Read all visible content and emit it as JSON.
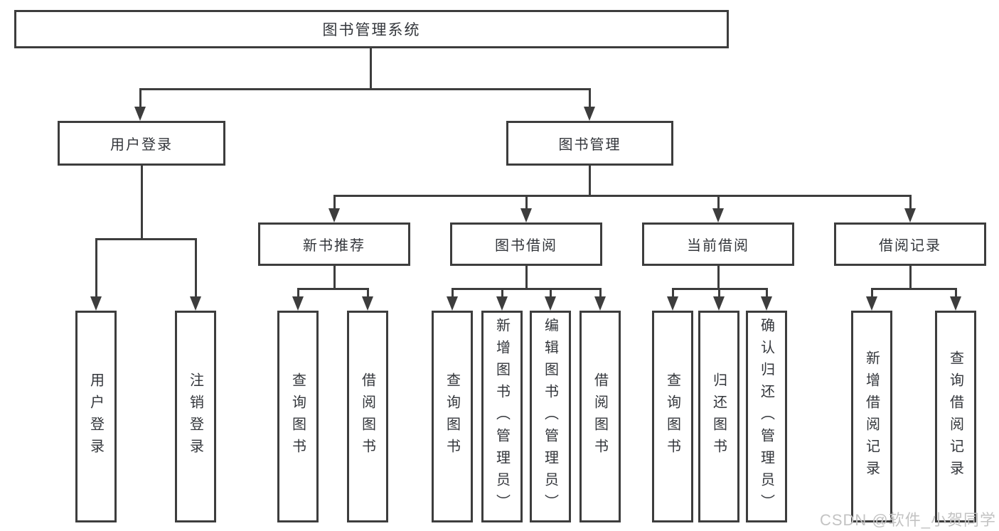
{
  "colors": {
    "line": "#3d3d3d",
    "text": "#33363b",
    "watermark": "#c3c3c3",
    "bg": "#ffffff"
  },
  "tree": {
    "root": "图书管理系统",
    "branches": [
      {
        "label": "用户登录",
        "leaves": [
          "用户登录",
          "注销登录"
        ]
      },
      {
        "label": "图书管理",
        "groups": [
          {
            "label": "新书推荐",
            "leaves": [
              "查询图书",
              "借阅图书"
            ]
          },
          {
            "label": "图书借阅",
            "leaves": [
              "查询图书",
              "新增图书（管理员）",
              "编辑图书（管理员）",
              "借阅图书"
            ]
          },
          {
            "label": "当前借阅",
            "leaves": [
              "查询图书",
              "归还图书",
              "确认归还（管理员）"
            ]
          },
          {
            "label": "借阅记录",
            "leaves": [
              "新增借阅记录",
              "查询借阅记录"
            ]
          }
        ]
      }
    ]
  },
  "watermark": "CSDN @软件_小贺同学"
}
